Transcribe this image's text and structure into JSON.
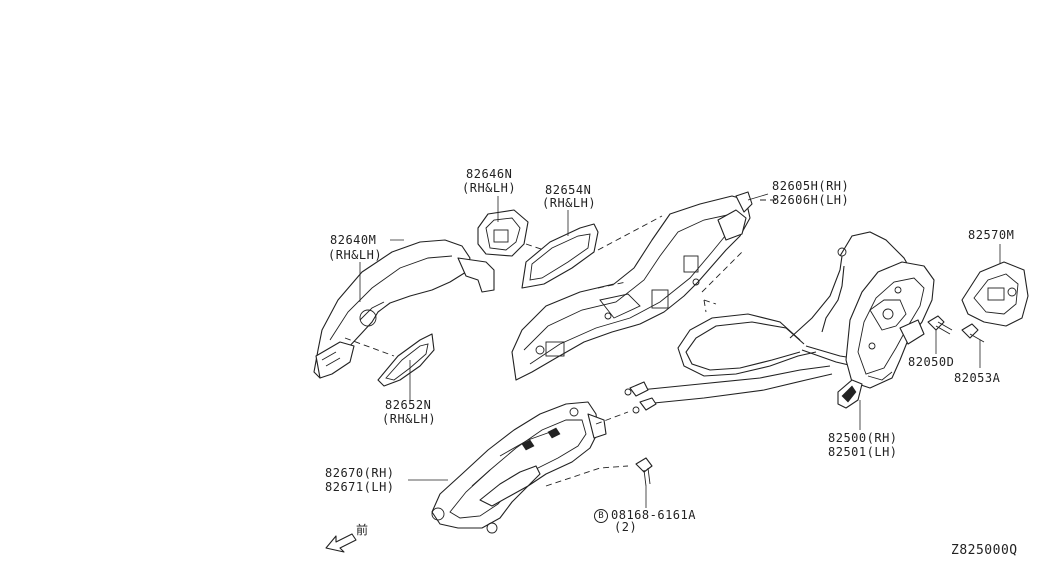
{
  "labels": {
    "p82646n": "82646N",
    "p82646n_sub": "(RH&LH)",
    "p82654n": "82654N",
    "p82654n_sub": "(RH&LH)",
    "p82605h": "82605H(RH)",
    "p82606h": "82606H(LH)",
    "p82640m": "82640M",
    "p82640m_sub": "(RH&LH)",
    "p82570m": "82570M",
    "p82050d": "82050D",
    "p82053a": "82053A",
    "p82652n": "82652N",
    "p82652n_sub": "(RH&LH)",
    "p82500": "82500(RH)",
    "p82501": "82501(LH)",
    "p82670": "82670(RH)",
    "p82671": "82671(LH)",
    "bolt_code": "08168-6161A",
    "bolt_circle": "B",
    "bolt_qty": "(2)",
    "front_mark": "前",
    "diagram_code": "Z825000Q"
  }
}
